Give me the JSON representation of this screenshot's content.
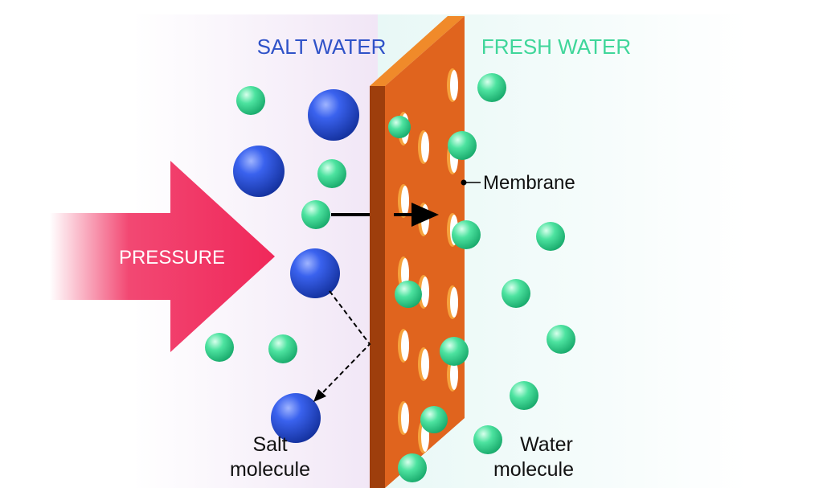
{
  "labels": {
    "salt_water": "SALT WATER",
    "fresh_water": "FRESH WATER",
    "pressure": "PRESSURE",
    "membrane": "Membrane",
    "salt_molecule_line1": "Salt",
    "salt_molecule_line2": "molecule",
    "water_molecule_line1": "Water",
    "water_molecule_line2": "molecule"
  },
  "colors": {
    "salt_water_label": "#2f52c8",
    "fresh_water_label": "#3fd69a",
    "pressure_arrow": "#f0285a",
    "membrane_face": "#e0641e",
    "membrane_side": "#9e3e0c",
    "membrane_top": "#f08a2a",
    "salt_molecule": "#1f49d8",
    "water_molecule": "#35d98e"
  },
  "icons": {
    "pressure_arrow": "right-arrow",
    "flow_arrow": "right-arrow",
    "rejection_arrow": "dashed-down-left-arrow"
  }
}
